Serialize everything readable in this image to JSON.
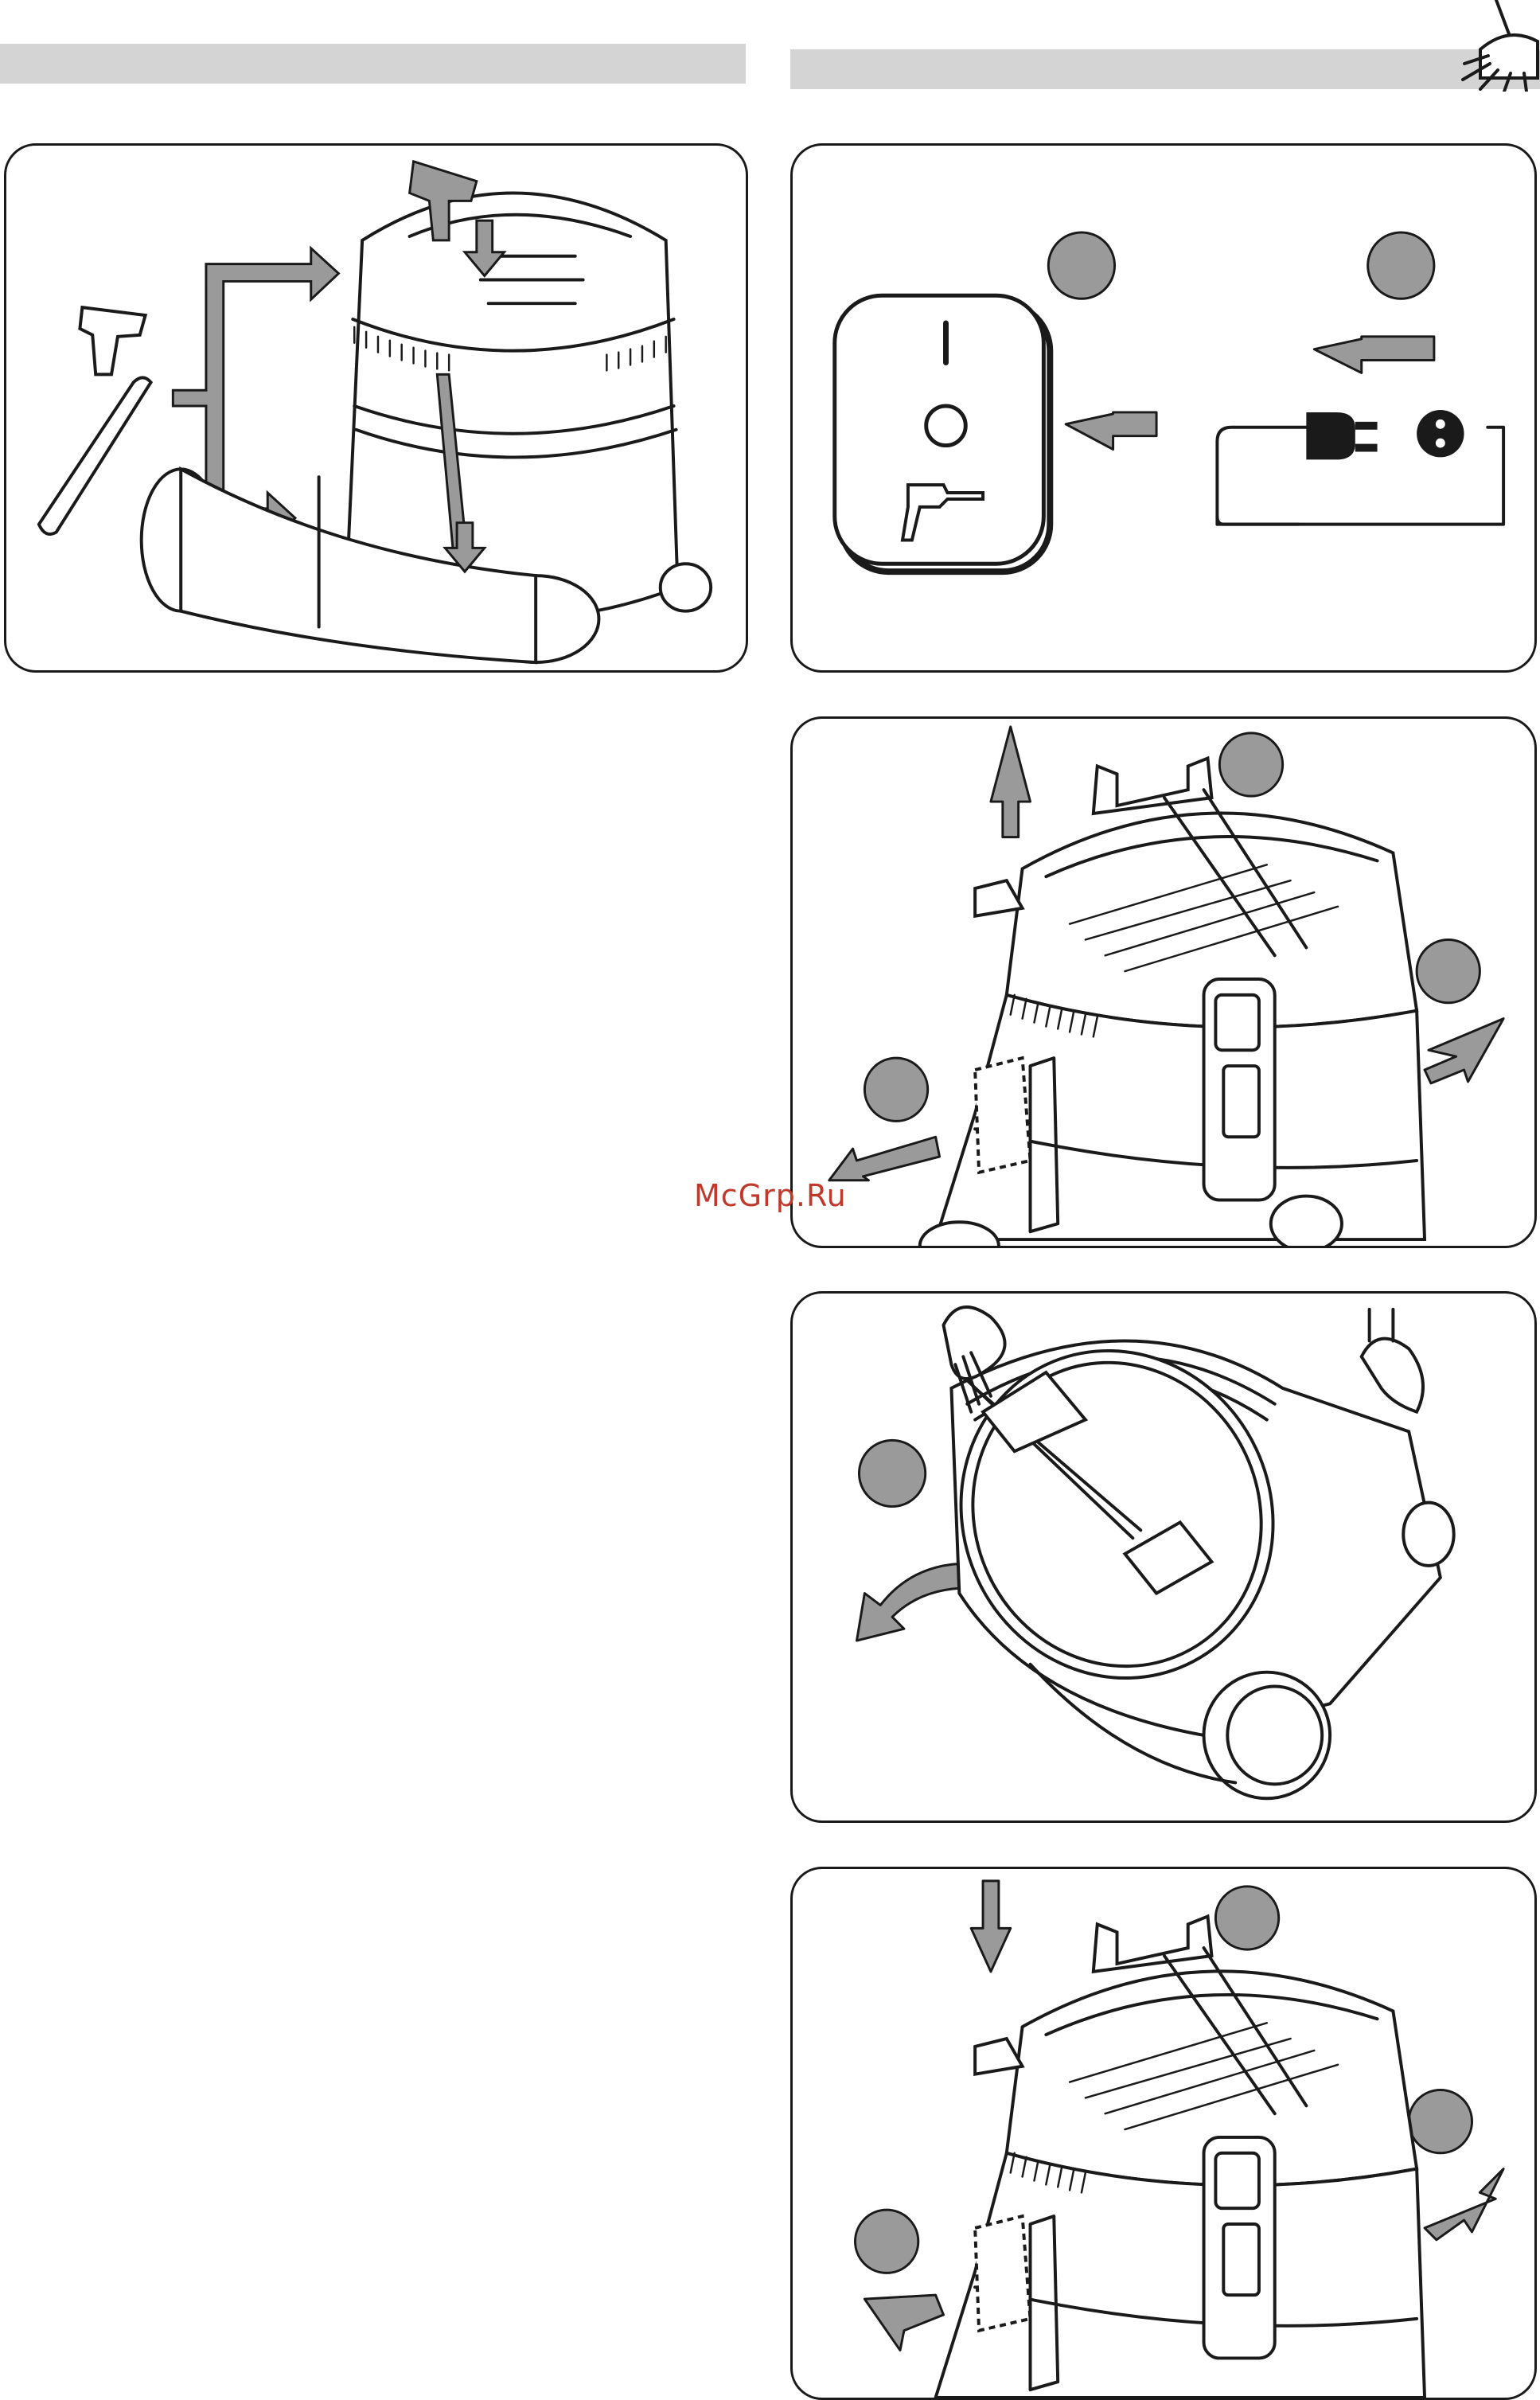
{
  "header": {
    "bar_color": "#d4d4d4",
    "corner_icon": "vacuum-brush-icon"
  },
  "watermark": {
    "text": "McGrp.Ru",
    "color": "#c0392b"
  },
  "figures": {
    "accessory_storage": {
      "icon": "vacuum-accessory-storage-illustration"
    },
    "power_off_unplug": {
      "icon": "switch-off-and-unplug-illustration",
      "switch_icon": "power-switch-icon",
      "plug_icon": "mains-plug-icon"
    },
    "remove_head": {
      "icon": "release-clips-lift-head-illustration"
    },
    "empty_container": {
      "icon": "tip-container-empty-illustration"
    },
    "refit_head": {
      "icon": "refit-head-close-clips-illustration"
    }
  },
  "colors": {
    "accent_gray": "#9a9a9a",
    "line": "#1a1a1a"
  }
}
